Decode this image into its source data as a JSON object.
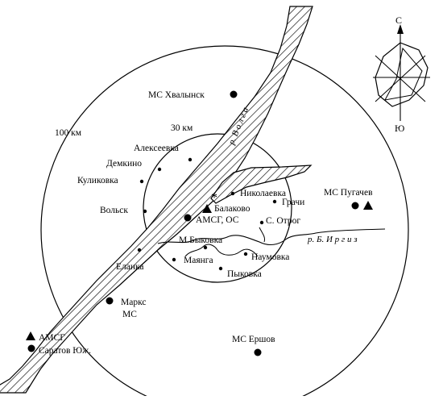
{
  "rings": {
    "outer_label": "100 км",
    "inner_label": "30 км"
  },
  "compass": {
    "north": "С",
    "south": "Ю"
  },
  "rivers": {
    "volga": "р. В о л г а",
    "irgiz": "р. Б. И р г и з"
  },
  "stations": {
    "khvalynsk": "МС Хвалынск",
    "pugachev": "МС Пугачев",
    "marks_line1": "Маркс",
    "marks_line2": "МС",
    "ershov": "МС Ершов",
    "amsg_oc": "АМСГ, ОС",
    "amsg": "АМСГ",
    "saratov": "Саратов Юж."
  },
  "places": {
    "alekseevka": "Алексеевка",
    "demkino": "Демкино",
    "kulikovka": "Куликовка",
    "volsk": "Вольск",
    "nikolaevka": "Николаевка",
    "grachi": "Грачи",
    "balakovo": "Балаково",
    "s_otrog": "С. Отрог",
    "m_bykovka": "М.Быковка",
    "naumovka": "Наумовка",
    "mayanga": "Маянга",
    "pykovka": "Пыковка",
    "elanka": "Еланка"
  },
  "symbols": {
    "asterisk": "*"
  }
}
